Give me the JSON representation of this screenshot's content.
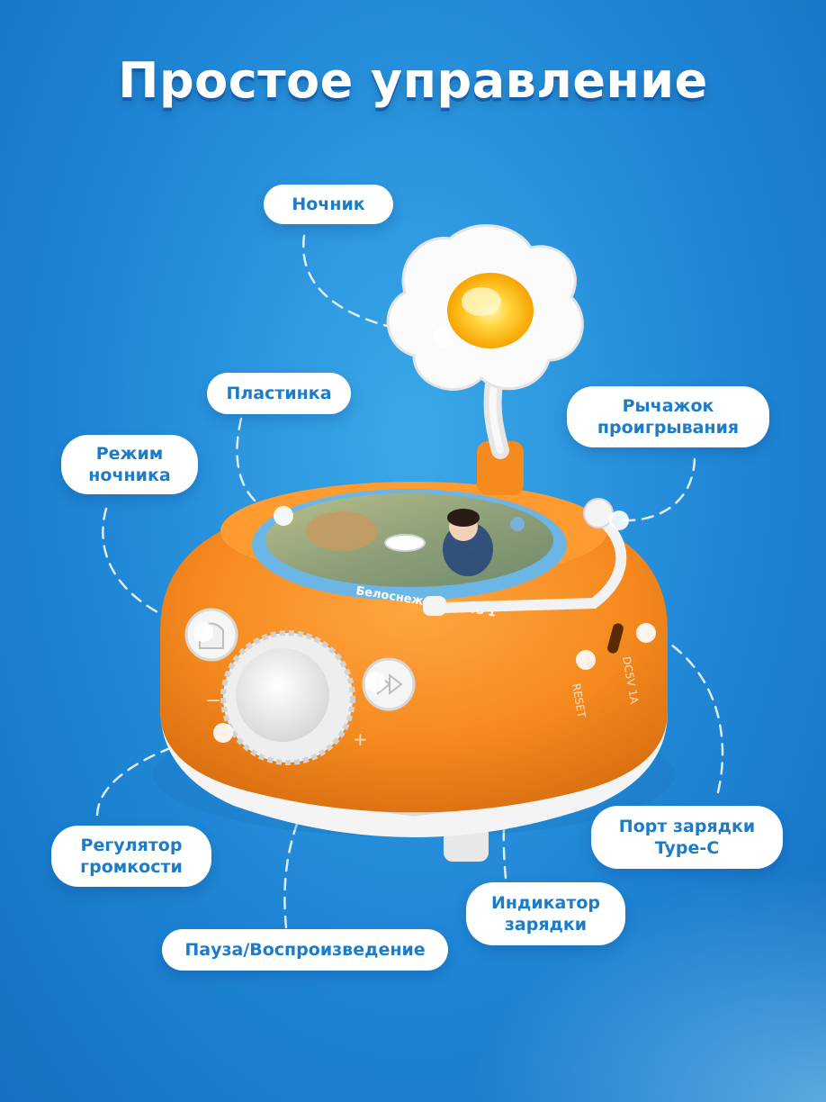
{
  "title": "Простое управление",
  "labels": {
    "nightlight": [
      "Ночник"
    ],
    "record": [
      "Пластинка"
    ],
    "nightlight_mode": [
      "Режим",
      "ночника"
    ],
    "play_lever": [
      "Рычажок",
      "проигрывания"
    ],
    "volume": [
      "Регулятор",
      "громкости"
    ],
    "pause_play": [
      "Пауза/Воспроизведение"
    ],
    "charge_indicator": [
      "Индикатор",
      "зарядки"
    ],
    "charge_port": [
      "Порт зарядки",
      "Type-C"
    ]
  },
  "device": {
    "record_caption": "Белоснежка, часть 1",
    "reset_label": "RESET",
    "port_label": "DC5V 1A",
    "volume_minus": "−",
    "volume_plus": "+"
  },
  "colors": {
    "background": "#1f86d6",
    "label_text": "#1c7cc8",
    "device_orange": "#f58a1f",
    "device_white": "#f4f4f4",
    "record_ring": "#6cb6e6",
    "lamp_glow": "#ffcf3a"
  }
}
